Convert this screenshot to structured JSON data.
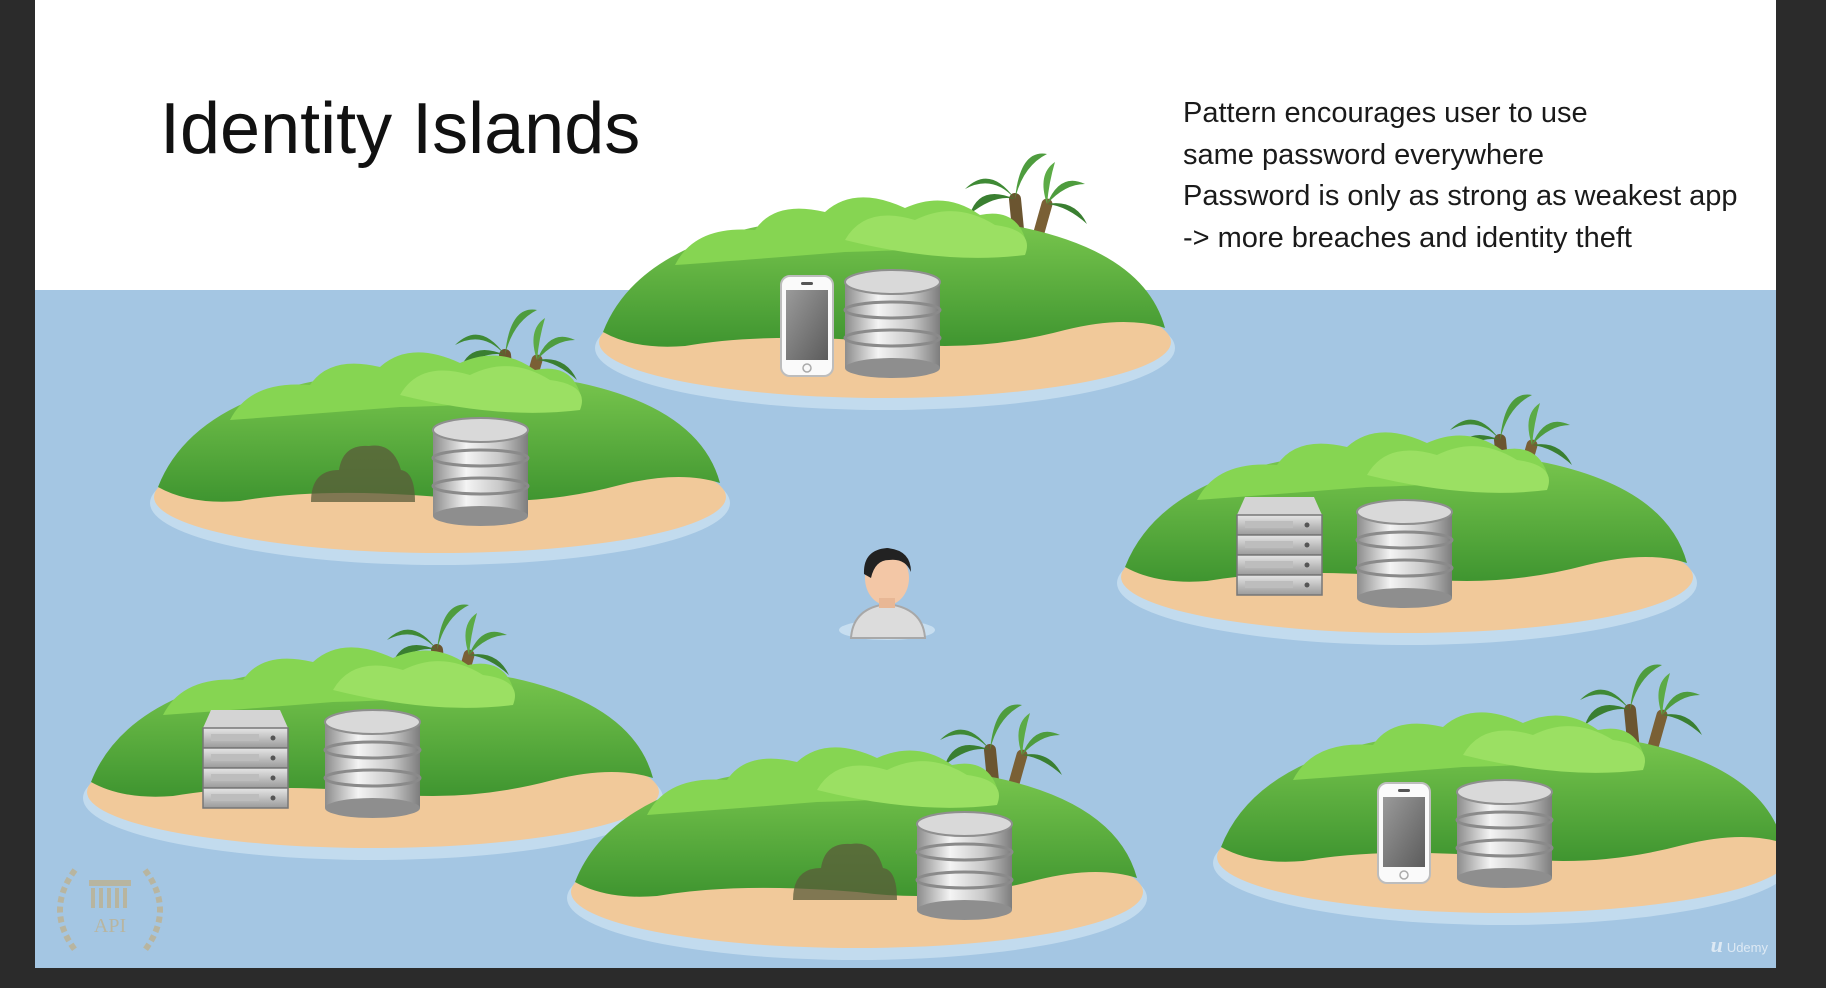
{
  "slide": {
    "title": "Identity Islands",
    "notes": [
      "Pattern encourages user to use",
      "same password everywhere",
      "Password is only as strong as weakest app",
      "-> more breaches and identity theft"
    ]
  },
  "islands": [
    {
      "name": "top-center",
      "items": [
        "smartphone",
        "database"
      ]
    },
    {
      "name": "upper-left",
      "items": [
        "cloud",
        "database"
      ]
    },
    {
      "name": "right",
      "items": [
        "server-rack",
        "database"
      ]
    },
    {
      "name": "lower-left",
      "items": [
        "server-rack",
        "database"
      ]
    },
    {
      "name": "bottom-center",
      "items": [
        "cloud",
        "database"
      ]
    },
    {
      "name": "bottom-right",
      "items": [
        "smartphone",
        "database"
      ]
    }
  ],
  "center_icon": "user-icon",
  "watermark": {
    "logo_text": "API",
    "brand_text": "Udemy"
  },
  "colors": {
    "sea": "#a4c6e3",
    "grass": "#4fa83a",
    "sand": "#f1c99a",
    "bush": "#86d552"
  }
}
